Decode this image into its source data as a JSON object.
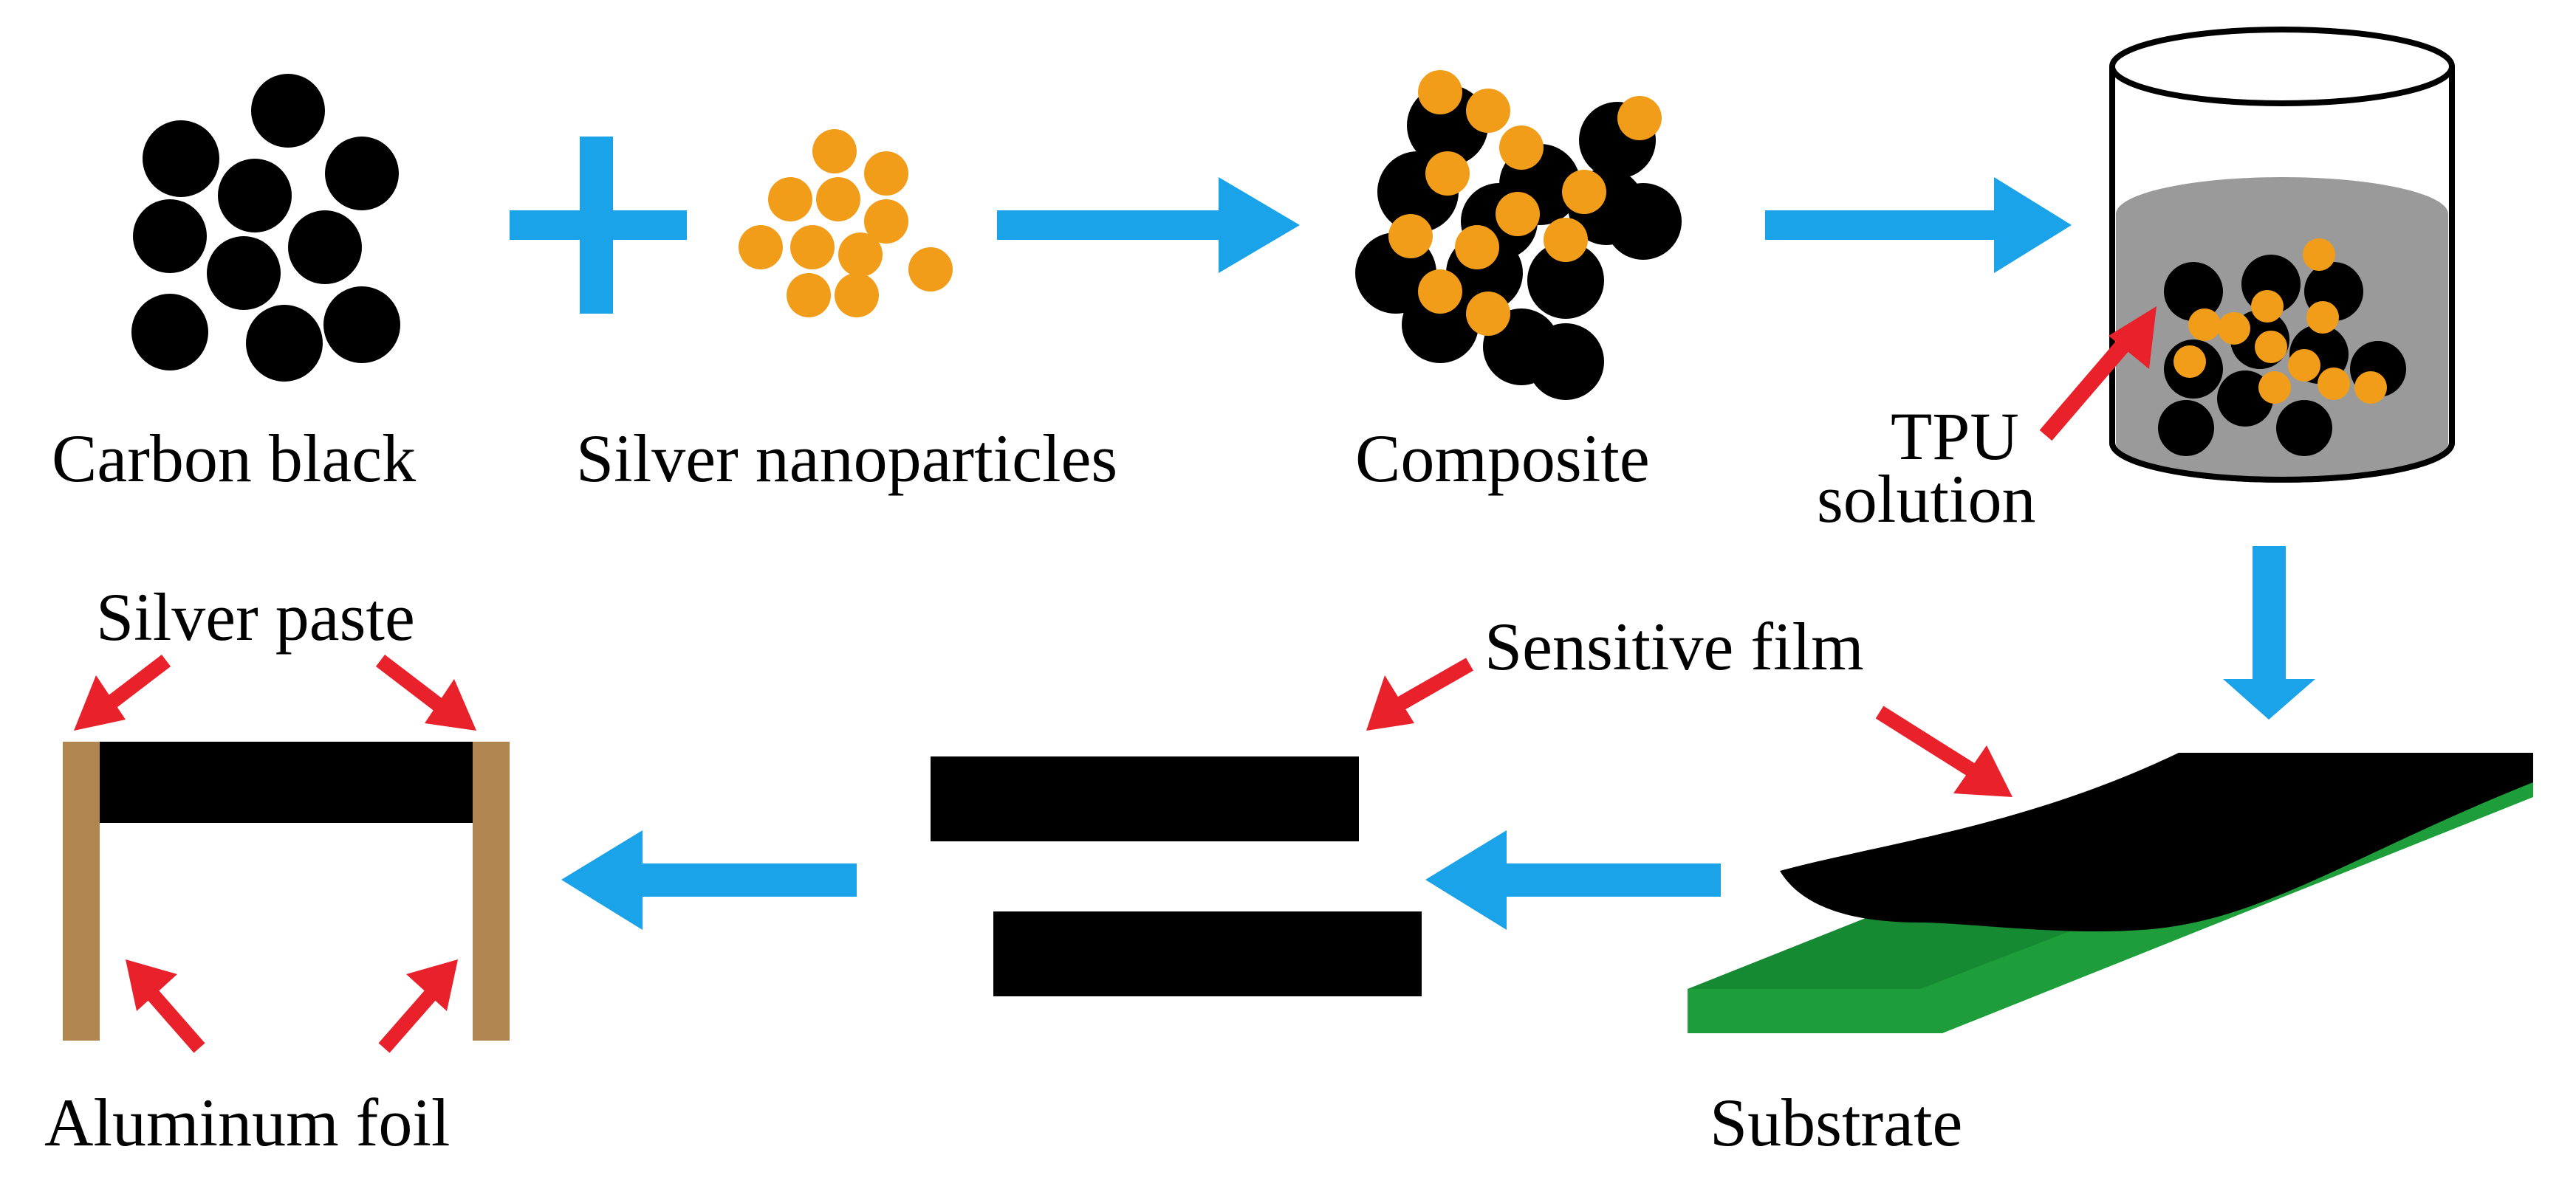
{
  "labels": {
    "carbon_black": "Carbon black",
    "silver_nanoparticles": "Silver nanoparticles",
    "composite": "Composite",
    "tpu_solution_line1": "TPU",
    "tpu_solution_line2": "solution",
    "silver_paste": "Silver paste",
    "sensitive_film": "Sensitive film",
    "aluminum_foil": "Aluminum foil",
    "substrate": "Substrate"
  },
  "colors": {
    "carbon": "#000000",
    "silver": "#f29d1a",
    "flow_arrow": "#1aa3e8",
    "pointer_arrow": "#e8212b",
    "solution": "#9a9a9a",
    "substrate": "#1e9e3a",
    "aluminum": "#b08550"
  }
}
